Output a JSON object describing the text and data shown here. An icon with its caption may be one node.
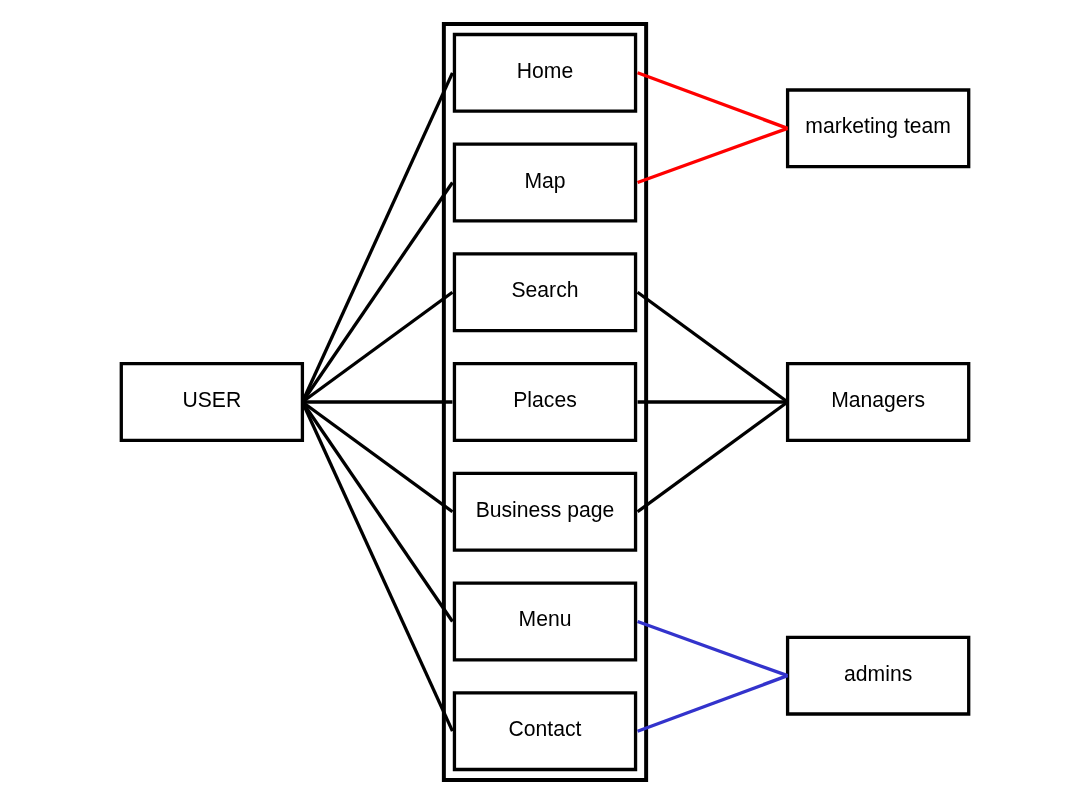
{
  "diagram": {
    "nodes": [
      {
        "text": [
          "USER"
        ]
      },
      {
        "text": [],
        "shape": "box"
      },
      {
        "text": [
          "Home"
        ],
        "in": 1
      },
      {
        "text": [
          "Search"
        ],
        "in": 1
      },
      {
        "text": [
          "Map"
        ],
        "in": 1
      },
      {
        "text": [
          "Places"
        ],
        "in": 1
      },
      {
        "text": [
          "Menu"
        ],
        "in": 1
      },
      {
        "text": [
          "Contact"
        ],
        "in": 1
      },
      {
        "text": [
          "Business page"
        ],
        "in": 1
      },
      {
        "text": [
          "marketing team"
        ]
      },
      {
        "text": [
          "Managers"
        ]
      },
      {
        "text": [
          "admins"
        ]
      }
    ],
    "edges": [
      {
        "from": 0,
        "to": 2,
        "arrow": "none"
      },
      {
        "from": 0,
        "to": 3,
        "arrow": "none"
      },
      {
        "from": 0,
        "to": 4,
        "arrow": "none"
      },
      {
        "from": 0,
        "to": 5,
        "arrow": "none"
      },
      {
        "from": 0,
        "to": 6,
        "arrow": "none"
      },
      {
        "from": 0,
        "to": 7,
        "arrow": "none"
      },
      {
        "from": 0,
        "to": 8,
        "arrow": "none"
      },
      {
        "from": 2,
        "to": 9,
        "arrow": "none",
        "color": "#ff0000"
      },
      {
        "from": 4,
        "to": 9,
        "arrow": "none",
        "color": "#ff0000"
      },
      {
        "from": 3,
        "to": 10,
        "arrow": "none"
      },
      {
        "from": 5,
        "to": 10,
        "arrow": "none"
      },
      {
        "from": 8,
        "to": 10,
        "arrow": "none"
      },
      {
        "from": 6,
        "to": 11,
        "arrow": "none",
        "color": "#3333cc"
      },
      {
        "from": 7,
        "to": 11,
        "arrow": "none",
        "color": "#3333cc"
      }
    ]
  }
}
